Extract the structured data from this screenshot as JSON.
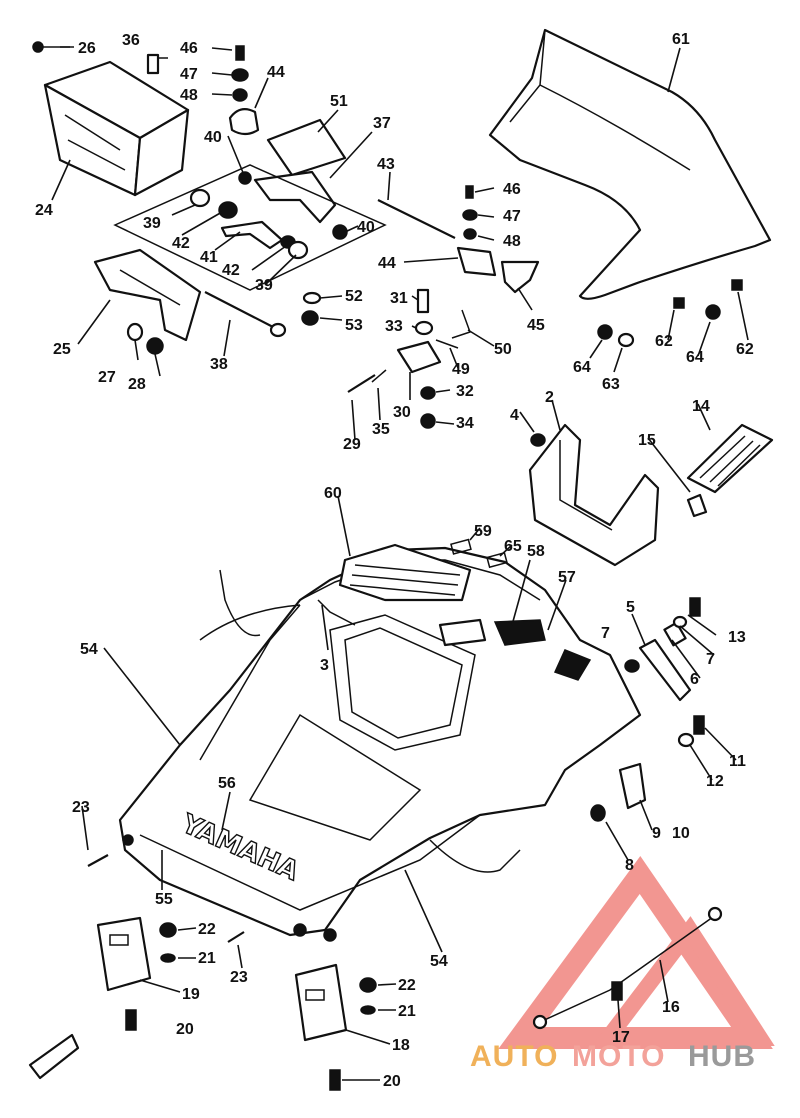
{
  "brand_text": "YAMAHA",
  "watermark": {
    "part1": "AUTO",
    "part2": "MOTO",
    "part3": "HUB",
    "color1": "#f0b15a",
    "color2": "#f3a29a",
    "color3": "#9a9a9a",
    "triangle_color": "#f0847e"
  },
  "callouts": [
    {
      "id": "c26",
      "label": "26"
    },
    {
      "id": "c36",
      "label": "36"
    },
    {
      "id": "c46a",
      "label": "46"
    },
    {
      "id": "c47a",
      "label": "47"
    },
    {
      "id": "c48a",
      "label": "48"
    },
    {
      "id": "c44a",
      "label": "44"
    },
    {
      "id": "c51",
      "label": "51"
    },
    {
      "id": "c37",
      "label": "37"
    },
    {
      "id": "c40a",
      "label": "40"
    },
    {
      "id": "c24",
      "label": "24"
    },
    {
      "id": "c39a",
      "label": "39"
    },
    {
      "id": "c42a",
      "label": "42"
    },
    {
      "id": "c41",
      "label": "41"
    },
    {
      "id": "c42b",
      "label": "42"
    },
    {
      "id": "c39b",
      "label": "39"
    },
    {
      "id": "c40b",
      "label": "40"
    },
    {
      "id": "c43",
      "label": "43"
    },
    {
      "id": "c46b",
      "label": "46"
    },
    {
      "id": "c47b",
      "label": "47"
    },
    {
      "id": "c48b",
      "label": "48"
    },
    {
      "id": "c44b",
      "label": "44"
    },
    {
      "id": "c45",
      "label": "45"
    },
    {
      "id": "c61",
      "label": "61"
    },
    {
      "id": "c25",
      "label": "25"
    },
    {
      "id": "c27",
      "label": "27"
    },
    {
      "id": "c28",
      "label": "28"
    },
    {
      "id": "c38",
      "label": "38"
    },
    {
      "id": "c52",
      "label": "52"
    },
    {
      "id": "c53",
      "label": "53"
    },
    {
      "id": "c31",
      "label": "31"
    },
    {
      "id": "c33",
      "label": "33"
    },
    {
      "id": "c50",
      "label": "50"
    },
    {
      "id": "c49",
      "label": "49"
    },
    {
      "id": "c32",
      "label": "32"
    },
    {
      "id": "c29",
      "label": "29"
    },
    {
      "id": "c35",
      "label": "35"
    },
    {
      "id": "c30",
      "label": "30"
    },
    {
      "id": "c34",
      "label": "34"
    },
    {
      "id": "c64a",
      "label": "64"
    },
    {
      "id": "c63",
      "label": "63"
    },
    {
      "id": "c62a",
      "label": "62"
    },
    {
      "id": "c64b",
      "label": "64"
    },
    {
      "id": "c62b",
      "label": "62"
    },
    {
      "id": "c4",
      "label": "4"
    },
    {
      "id": "c2",
      "label": "2"
    },
    {
      "id": "c14",
      "label": "14"
    },
    {
      "id": "c15",
      "label": "15"
    },
    {
      "id": "c60",
      "label": "60"
    },
    {
      "id": "c59",
      "label": "59"
    },
    {
      "id": "c65",
      "label": "65"
    },
    {
      "id": "c58",
      "label": "58"
    },
    {
      "id": "c57",
      "label": "57"
    },
    {
      "id": "c54a",
      "label": "54"
    },
    {
      "id": "c3",
      "label": "3"
    },
    {
      "id": "c5",
      "label": "5"
    },
    {
      "id": "c13",
      "label": "13"
    },
    {
      "id": "c7a",
      "label": "7"
    },
    {
      "id": "c7b",
      "label": "7"
    },
    {
      "id": "c6",
      "label": "6"
    },
    {
      "id": "c11",
      "label": "11"
    },
    {
      "id": "c12",
      "label": "12"
    },
    {
      "id": "c23a",
      "label": "23"
    },
    {
      "id": "c56",
      "label": "56"
    },
    {
      "id": "c55",
      "label": "55"
    },
    {
      "id": "c9",
      "label": "9"
    },
    {
      "id": "c10",
      "label": "10"
    },
    {
      "id": "c8",
      "label": "8"
    },
    {
      "id": "c22a",
      "label": "22"
    },
    {
      "id": "c21a",
      "label": "21"
    },
    {
      "id": "c23b",
      "label": "23"
    },
    {
      "id": "c54b",
      "label": "54"
    },
    {
      "id": "c19",
      "label": "19"
    },
    {
      "id": "c20a",
      "label": "20"
    },
    {
      "id": "c22b",
      "label": "22"
    },
    {
      "id": "c21b",
      "label": "21"
    },
    {
      "id": "c18",
      "label": "18"
    },
    {
      "id": "c20b",
      "label": "20"
    },
    {
      "id": "c16",
      "label": "16"
    },
    {
      "id": "c17",
      "label": "17"
    }
  ]
}
